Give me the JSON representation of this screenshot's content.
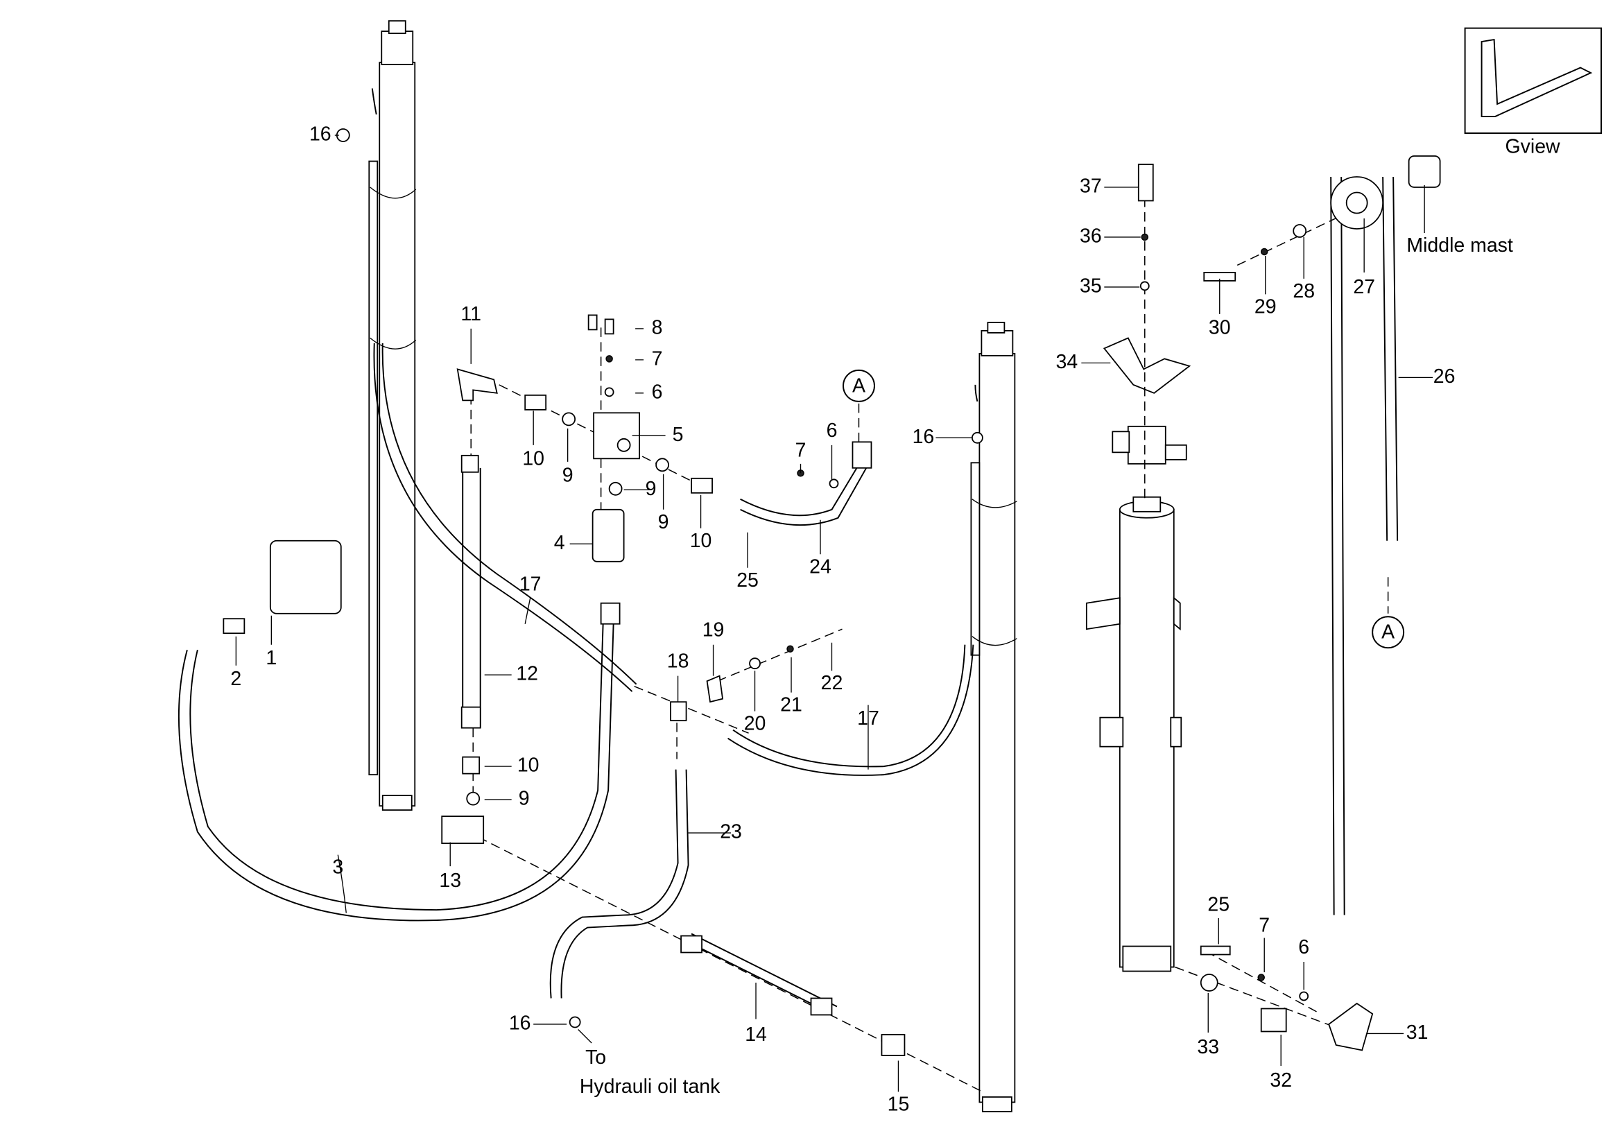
{
  "callouts": {
    "c1": "1",
    "c2": "2",
    "c3": "3",
    "c4": "4",
    "c5": "5",
    "c6a": "6",
    "c6b": "6",
    "c6c": "6",
    "c7a": "7",
    "c7b": "7",
    "c7c": "7",
    "c8": "8",
    "c9a": "9",
    "c9b": "9",
    "c9c": "9",
    "c9d": "9",
    "c10a": "10",
    "c10b": "10",
    "c10c": "10",
    "c11": "11",
    "c12": "12",
    "c13": "13",
    "c14": "14",
    "c15": "15",
    "c16a": "16",
    "c16b": "16",
    "c16c": "16",
    "c17a": "17",
    "c17b": "17",
    "c18": "18",
    "c19": "19",
    "c20": "20",
    "c21": "21",
    "c22": "22",
    "c23": "23",
    "c24": "24",
    "c25a": "25",
    "c25b": "25",
    "c26": "26",
    "c27": "27",
    "c28": "28",
    "c29": "29",
    "c30": "30",
    "c31": "31",
    "c32": "32",
    "c33": "33",
    "c34": "34",
    "c35": "35",
    "c36": "36",
    "c37": "37"
  },
  "markers": {
    "a1": "A",
    "a2": "A"
  },
  "notes": {
    "to": "To",
    "tank": "Hydrauli oil tank",
    "middle_mast": "Middle mast",
    "gview": "Gview"
  }
}
